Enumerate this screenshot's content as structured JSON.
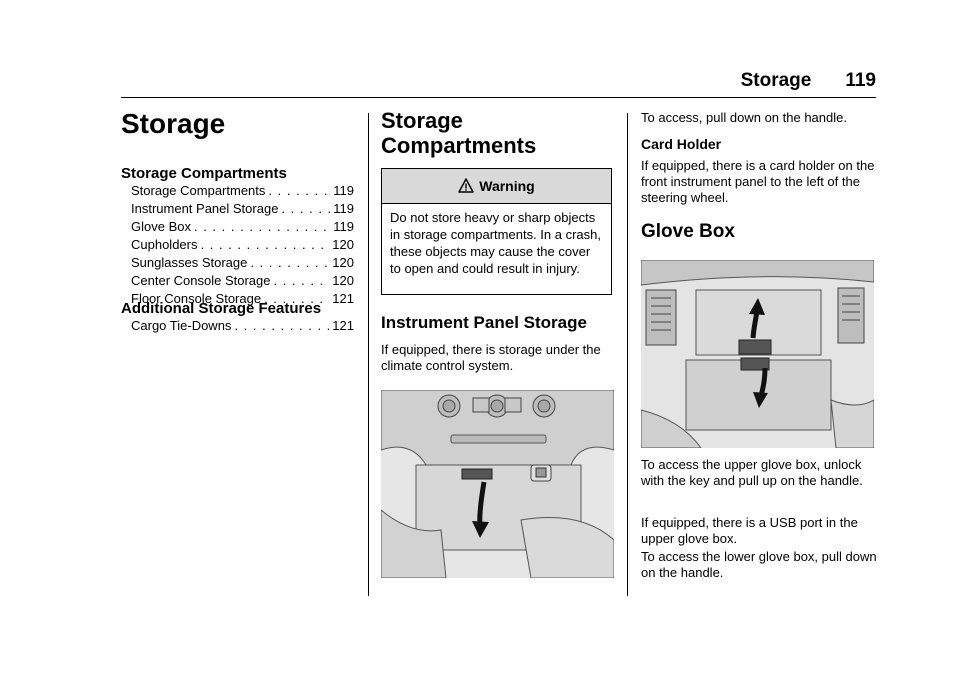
{
  "header": {
    "section": "Storage",
    "page_number": "119"
  },
  "col1": {
    "title": "Storage",
    "toc_group1": {
      "heading": "Storage Compartments",
      "items": [
        {
          "title": "Storage Compartments",
          "page": "119"
        },
        {
          "title": "Instrument Panel Storage",
          "page": "119"
        },
        {
          "title": "Glove Box",
          "page": "119"
        },
        {
          "title": "Cupholders",
          "page": "120"
        },
        {
          "title": "Sunglasses Storage",
          "page": "120"
        },
        {
          "title": "Center Console Storage",
          "page": "120"
        },
        {
          "title": "Floor Console Storage",
          "page": "121"
        }
      ]
    },
    "toc_group2": {
      "heading": "Additional Storage Features",
      "items": [
        {
          "title": "Cargo Tie-Downs",
          "page": "121"
        }
      ]
    }
  },
  "col2": {
    "title_line1": "Storage",
    "title_line2": "Compartments",
    "warning": {
      "label": "Warning",
      "text": "Do not store heavy or sharp objects in storage compartments. In a crash, these objects may cause the cover to open and could result in injury."
    },
    "instrument_panel": {
      "heading": "Instrument Panel Storage",
      "text": "If equipped, there is storage under the climate control system."
    }
  },
  "col3": {
    "intro": "To access, pull down on the handle.",
    "card_holder": {
      "heading": "Card Holder",
      "text": "If equipped, there is a card holder on the front instrument panel to the left of the steering wheel."
    },
    "glove_box": {
      "heading": "Glove Box",
      "p1": "To access the upper glove box, unlock with the key and pull up on the handle.",
      "p2": "If equipped, there is a USB port in the upper glove box.",
      "p3": "To access the lower glove box, pull down on the handle."
    }
  }
}
